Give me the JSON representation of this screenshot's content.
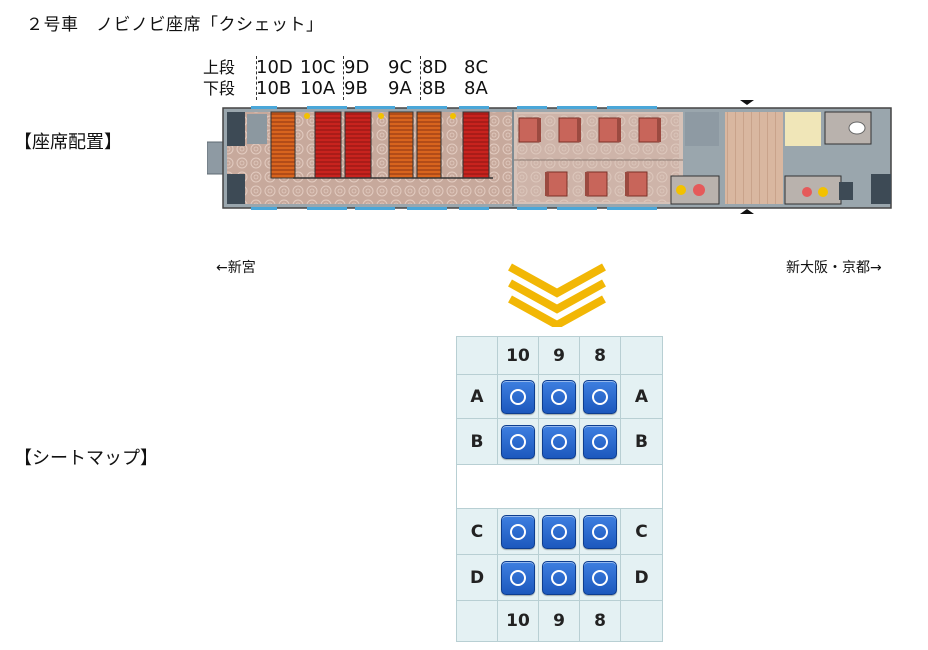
{
  "header": {
    "title": "２号車　ノビノビ座席「クシェット」"
  },
  "sections": {
    "layout": "【座席配置】",
    "seatmap": "【シートマップ】"
  },
  "berth_labels": {
    "upper": "上段",
    "lower": "下段",
    "upper_codes": [
      "10D",
      "10C",
      "9D",
      "9C",
      "8D",
      "8C"
    ],
    "lower_codes": [
      "10B",
      "10A",
      "9B",
      "9A",
      "8B",
      "8A"
    ]
  },
  "directions": {
    "left": "←新宮",
    "right": "新大阪・京都→"
  },
  "seat_map": {
    "columns": [
      "10",
      "9",
      "8"
    ],
    "rows_top": [
      "A",
      "B"
    ],
    "rows_bottom": [
      "C",
      "D"
    ]
  },
  "colors": {
    "seat_blue": "#1c58bd",
    "berth_red": "#c8231e",
    "berth_orange": "#d8641e",
    "chevron_yellow": "#f2b705",
    "grid_bg": "#e4f1f3"
  },
  "icons": {
    "seat": "seat-available-icon",
    "arrow": "chevron-down-icon"
  }
}
